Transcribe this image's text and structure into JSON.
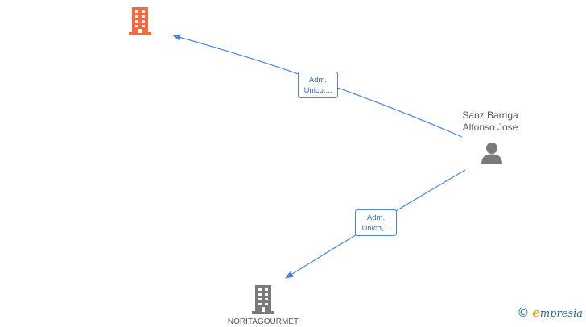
{
  "nodes": {
    "person": {
      "name_line1": "Sanz Barriga",
      "name_line2": "Alfonso Jose"
    },
    "company_top": {
      "name": ""
    },
    "company_bottom": {
      "name": "NORITAGOURMET"
    }
  },
  "edges": [
    {
      "from": "person",
      "to": "company_top",
      "label_line1": "Adm.",
      "label_line2": "Unico,..."
    },
    {
      "from": "person",
      "to": "company_bottom",
      "label_line1": "Adm.",
      "label_line2": "Unico,..."
    }
  ],
  "colors": {
    "edge": "#4a86d8",
    "company_highlight": "#f26a3d",
    "company_default": "#7a7a7a",
    "person": "#7a7a7a"
  },
  "footer": {
    "copyright_symbol": "©",
    "brand_initial": "e",
    "brand_rest": "mpresia"
  }
}
